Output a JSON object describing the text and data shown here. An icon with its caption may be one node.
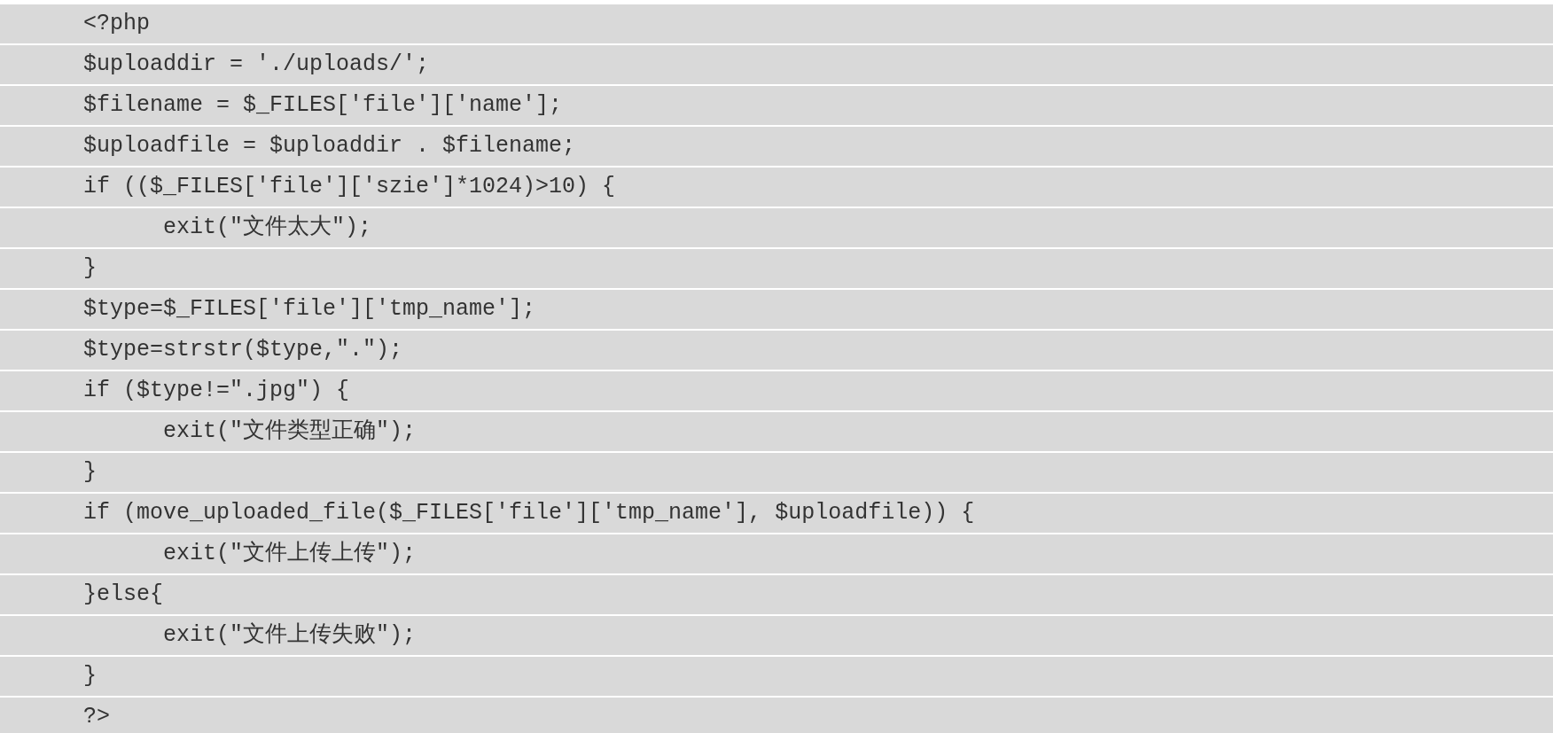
{
  "diagram": {
    "labels": [
      "<?php",
      "$uploaddir = './uploads/';",
      "$filename = $_FILES['file']['name'];",
      "$uploadfile = $uploaddir . $filename;",
      "if (($_FILES['file']['szie']*1024)>10) {",
      "      exit(\"文件太大\");",
      "}",
      "$type=$_FILES['file']['tmp_name'];",
      "$type=strstr($type,\".\");",
      "if ($type!=\".jpg\") {",
      "      exit(\"文件类型正确\");",
      "}",
      "if (move_uploaded_file($_FILES['file']['tmp_name'], $uploadfile)) {",
      "      exit(\"文件上传上传\");",
      "}else{",
      "      exit(\"文件上传失败\");",
      "}",
      "?>"
    ]
  }
}
